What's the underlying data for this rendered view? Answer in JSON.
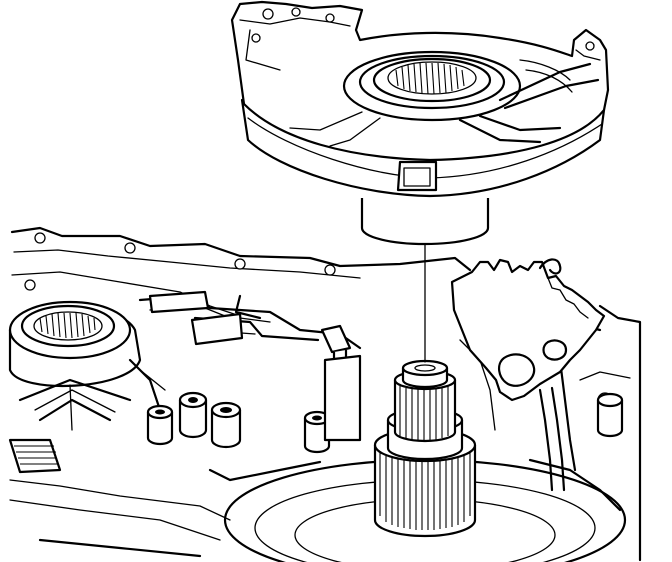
{
  "illustration": {
    "parts": [
      "pump-cover",
      "transmission-case",
      "input-shaft",
      "left-bearing-housing",
      "manual-valve-detent-lever"
    ],
    "colors": {
      "line": "#000000",
      "background": "#ffffff"
    }
  }
}
